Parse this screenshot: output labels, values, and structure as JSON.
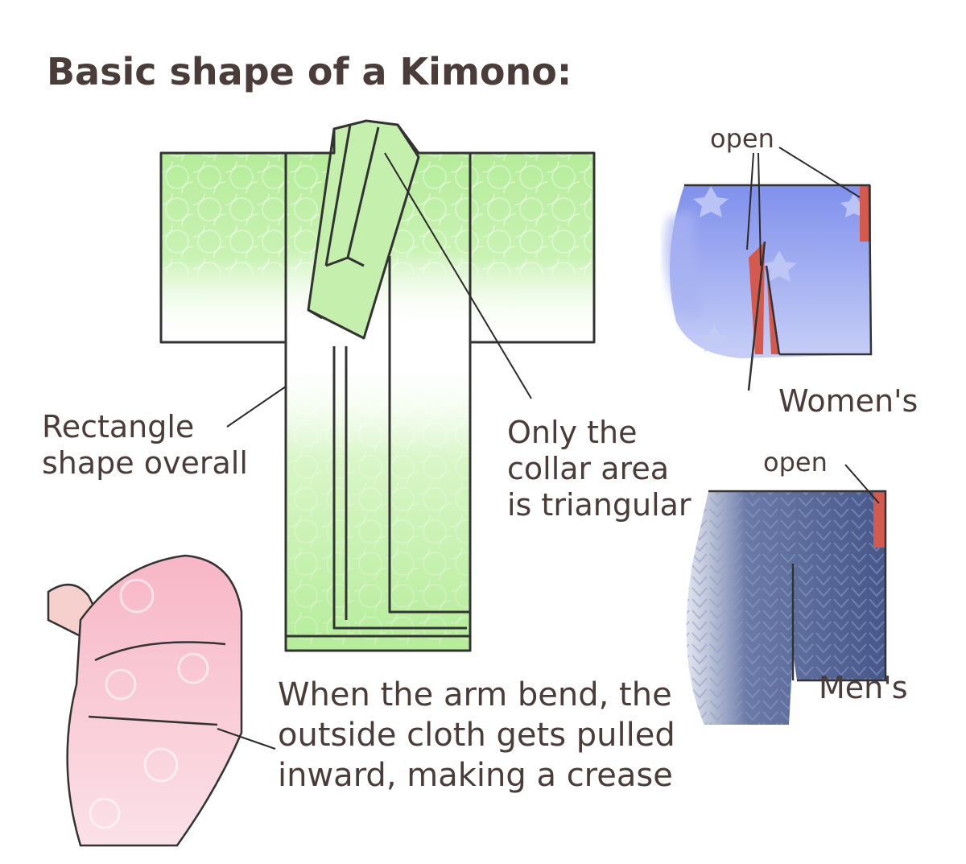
{
  "title": "Basic shape of a Kimono:",
  "annotations": {
    "rectangle": [
      "Rectangle",
      "shape overall"
    ],
    "collar": [
      "Only the",
      "collar area",
      "is triangular"
    ],
    "crease": [
      "When the arm bend, the",
      "outside cloth  gets pulled",
      "inward, making a crease"
    ],
    "womens_open": "open",
    "womens": "Women's",
    "mens_open": "open",
    "mens": "Men's"
  },
  "colors": {
    "ink": "#4a3d39",
    "green": "#b5ec9a",
    "blue": "#8a98ee",
    "navy": "#4d5e8f",
    "pink": "#f6bfcc",
    "accent_red": "#d45a4e"
  }
}
